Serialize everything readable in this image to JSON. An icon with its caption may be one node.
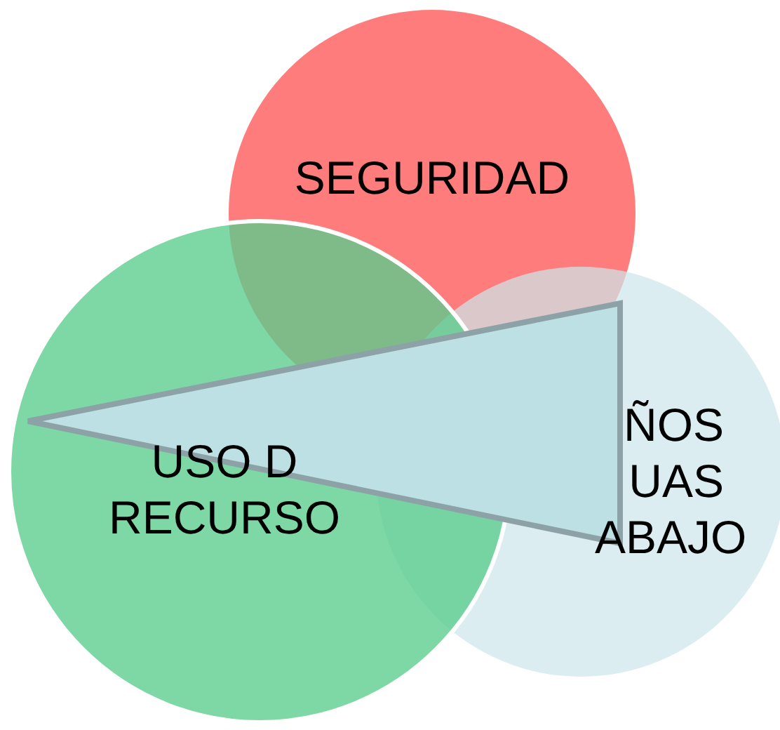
{
  "diagram": {
    "nodes": [
      {
        "text": [
          "SEGURIDAD"
        ]
      },
      {
        "text": [
          "USO D RECURSO"
        ]
      },
      {
        "text": [
          "ÑOS UAS ABAJO"
        ]
      }
    ]
  }
}
